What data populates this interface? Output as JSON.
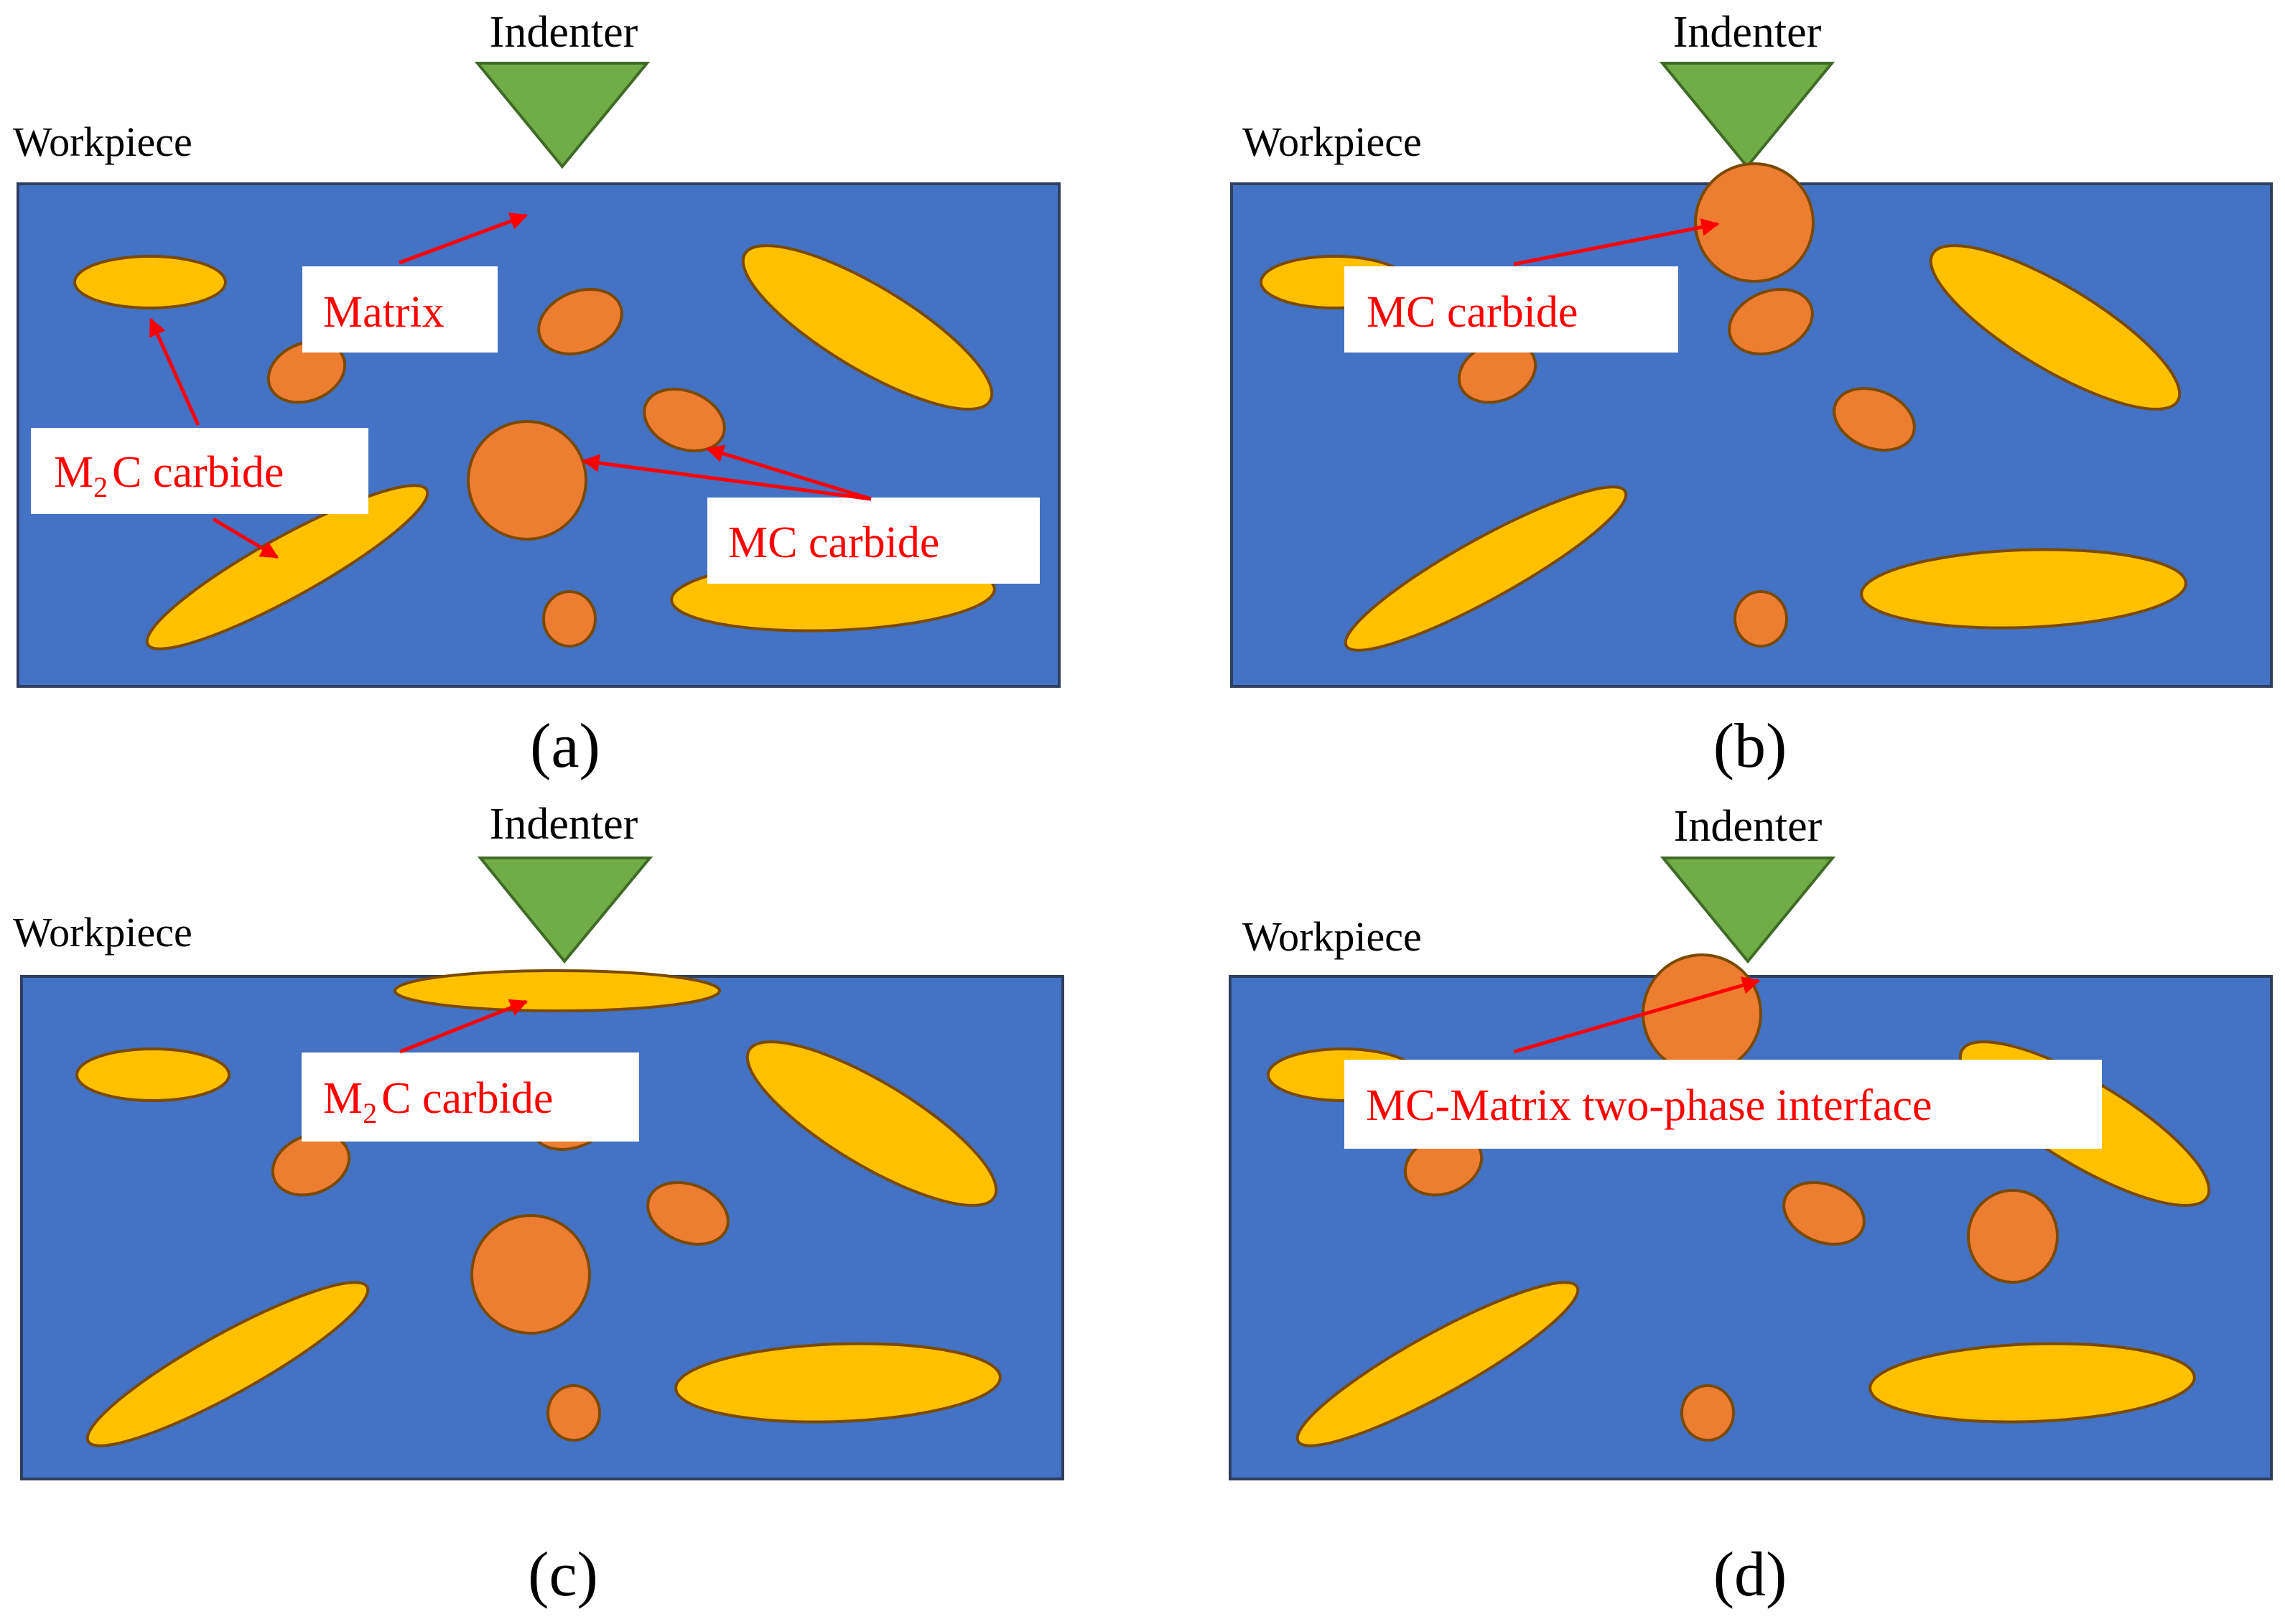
{
  "figure": {
    "indenter_label": "Indenter",
    "workpiece_label": "Workpiece",
    "colors": {
      "matrix": "#4472c4",
      "matrix_border": "#2f3f5f",
      "m2c": "#ffc000",
      "mc": "#ed7d31",
      "particle_border": "#7a4a00",
      "indenter": "#70ad47",
      "indenter_border": "#3f6b27",
      "callout_text": "#ff0000",
      "arrow": "#ff0000"
    }
  },
  "panels": {
    "a": {
      "caption": "(a)",
      "callouts": {
        "matrix": "Matrix",
        "m2c": {
          "main": "M",
          "sub": "2",
          "rest": "C  carbide"
        },
        "mc": "MC  carbide"
      }
    },
    "b": {
      "caption": "(b)",
      "callouts": {
        "mc": "MC  carbide"
      }
    },
    "c": {
      "caption": "(c)",
      "callouts": {
        "m2c": {
          "main": "M",
          "sub": "2",
          "rest": "C carbide"
        }
      }
    },
    "d": {
      "caption": "(d)",
      "callouts": {
        "interface": "MC-Matrix  two-phase interface"
      }
    }
  }
}
